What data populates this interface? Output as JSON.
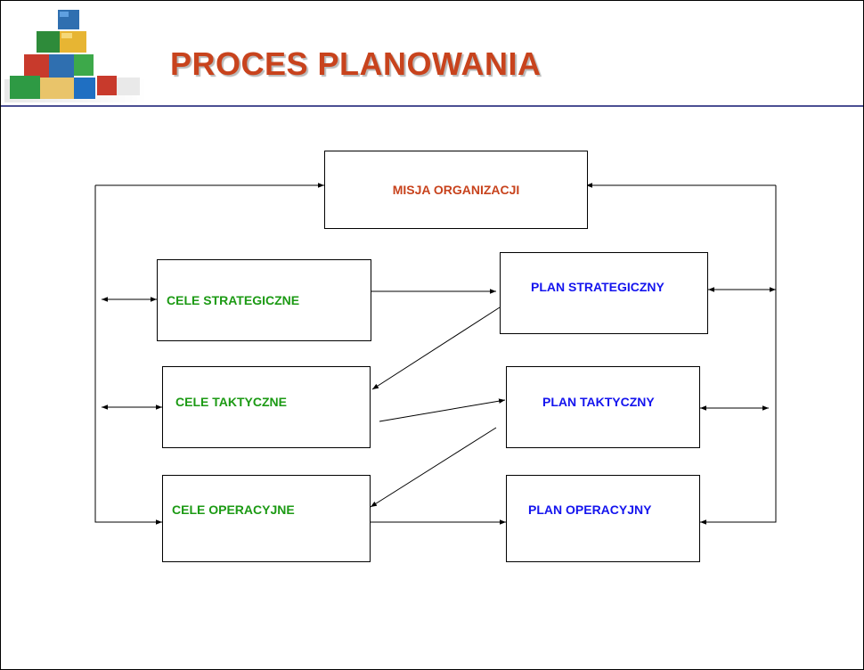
{
  "header": {
    "title": "PROCES PLANOWANIA"
  },
  "diagram": {
    "mission": "MISJA ORGANIZACJI",
    "strategic_goals": "CELE STRATEGICZNE",
    "strategic_plan": "PLAN STRATEGICZNY",
    "tactical_goals": "CELE TAKTYCZNE",
    "tactical_plan": "PLAN TAKTYCZNY",
    "operational_goals": "CELE OPERACYJNE",
    "operational_plan": "PLAN OPERACYJNY"
  },
  "colors": {
    "title": "#c8431d",
    "goals": "#1c9a14",
    "plans": "#1414ee",
    "mission": "#c8431d",
    "header_rule": "#4b4f93"
  }
}
